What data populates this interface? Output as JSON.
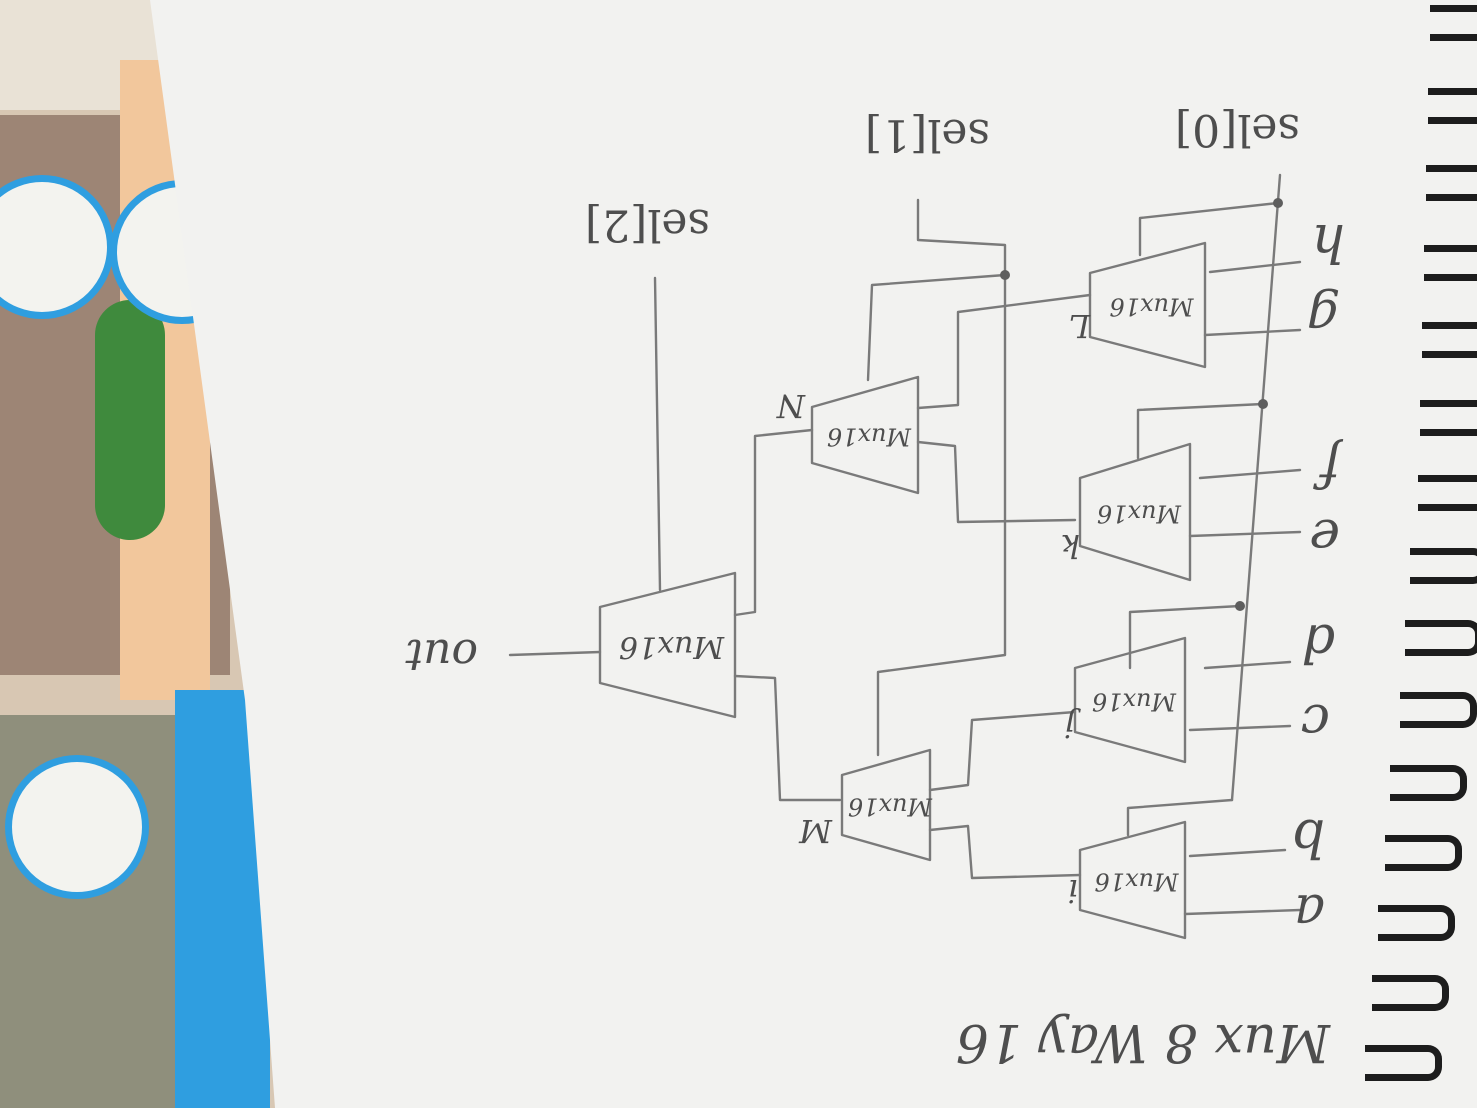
{
  "diagram": {
    "title": "Mux 8 Way 16",
    "mux_label": "Mux16",
    "select_labels": [
      "sel[0]",
      "sel[1]",
      "sel[2]"
    ],
    "inputs": [
      "a",
      "b",
      "c",
      "d",
      "e",
      "f",
      "g",
      "h"
    ],
    "intermediate_labels": [
      "i",
      "j",
      "k",
      "L",
      "M",
      "N"
    ],
    "output_label": "out"
  }
}
